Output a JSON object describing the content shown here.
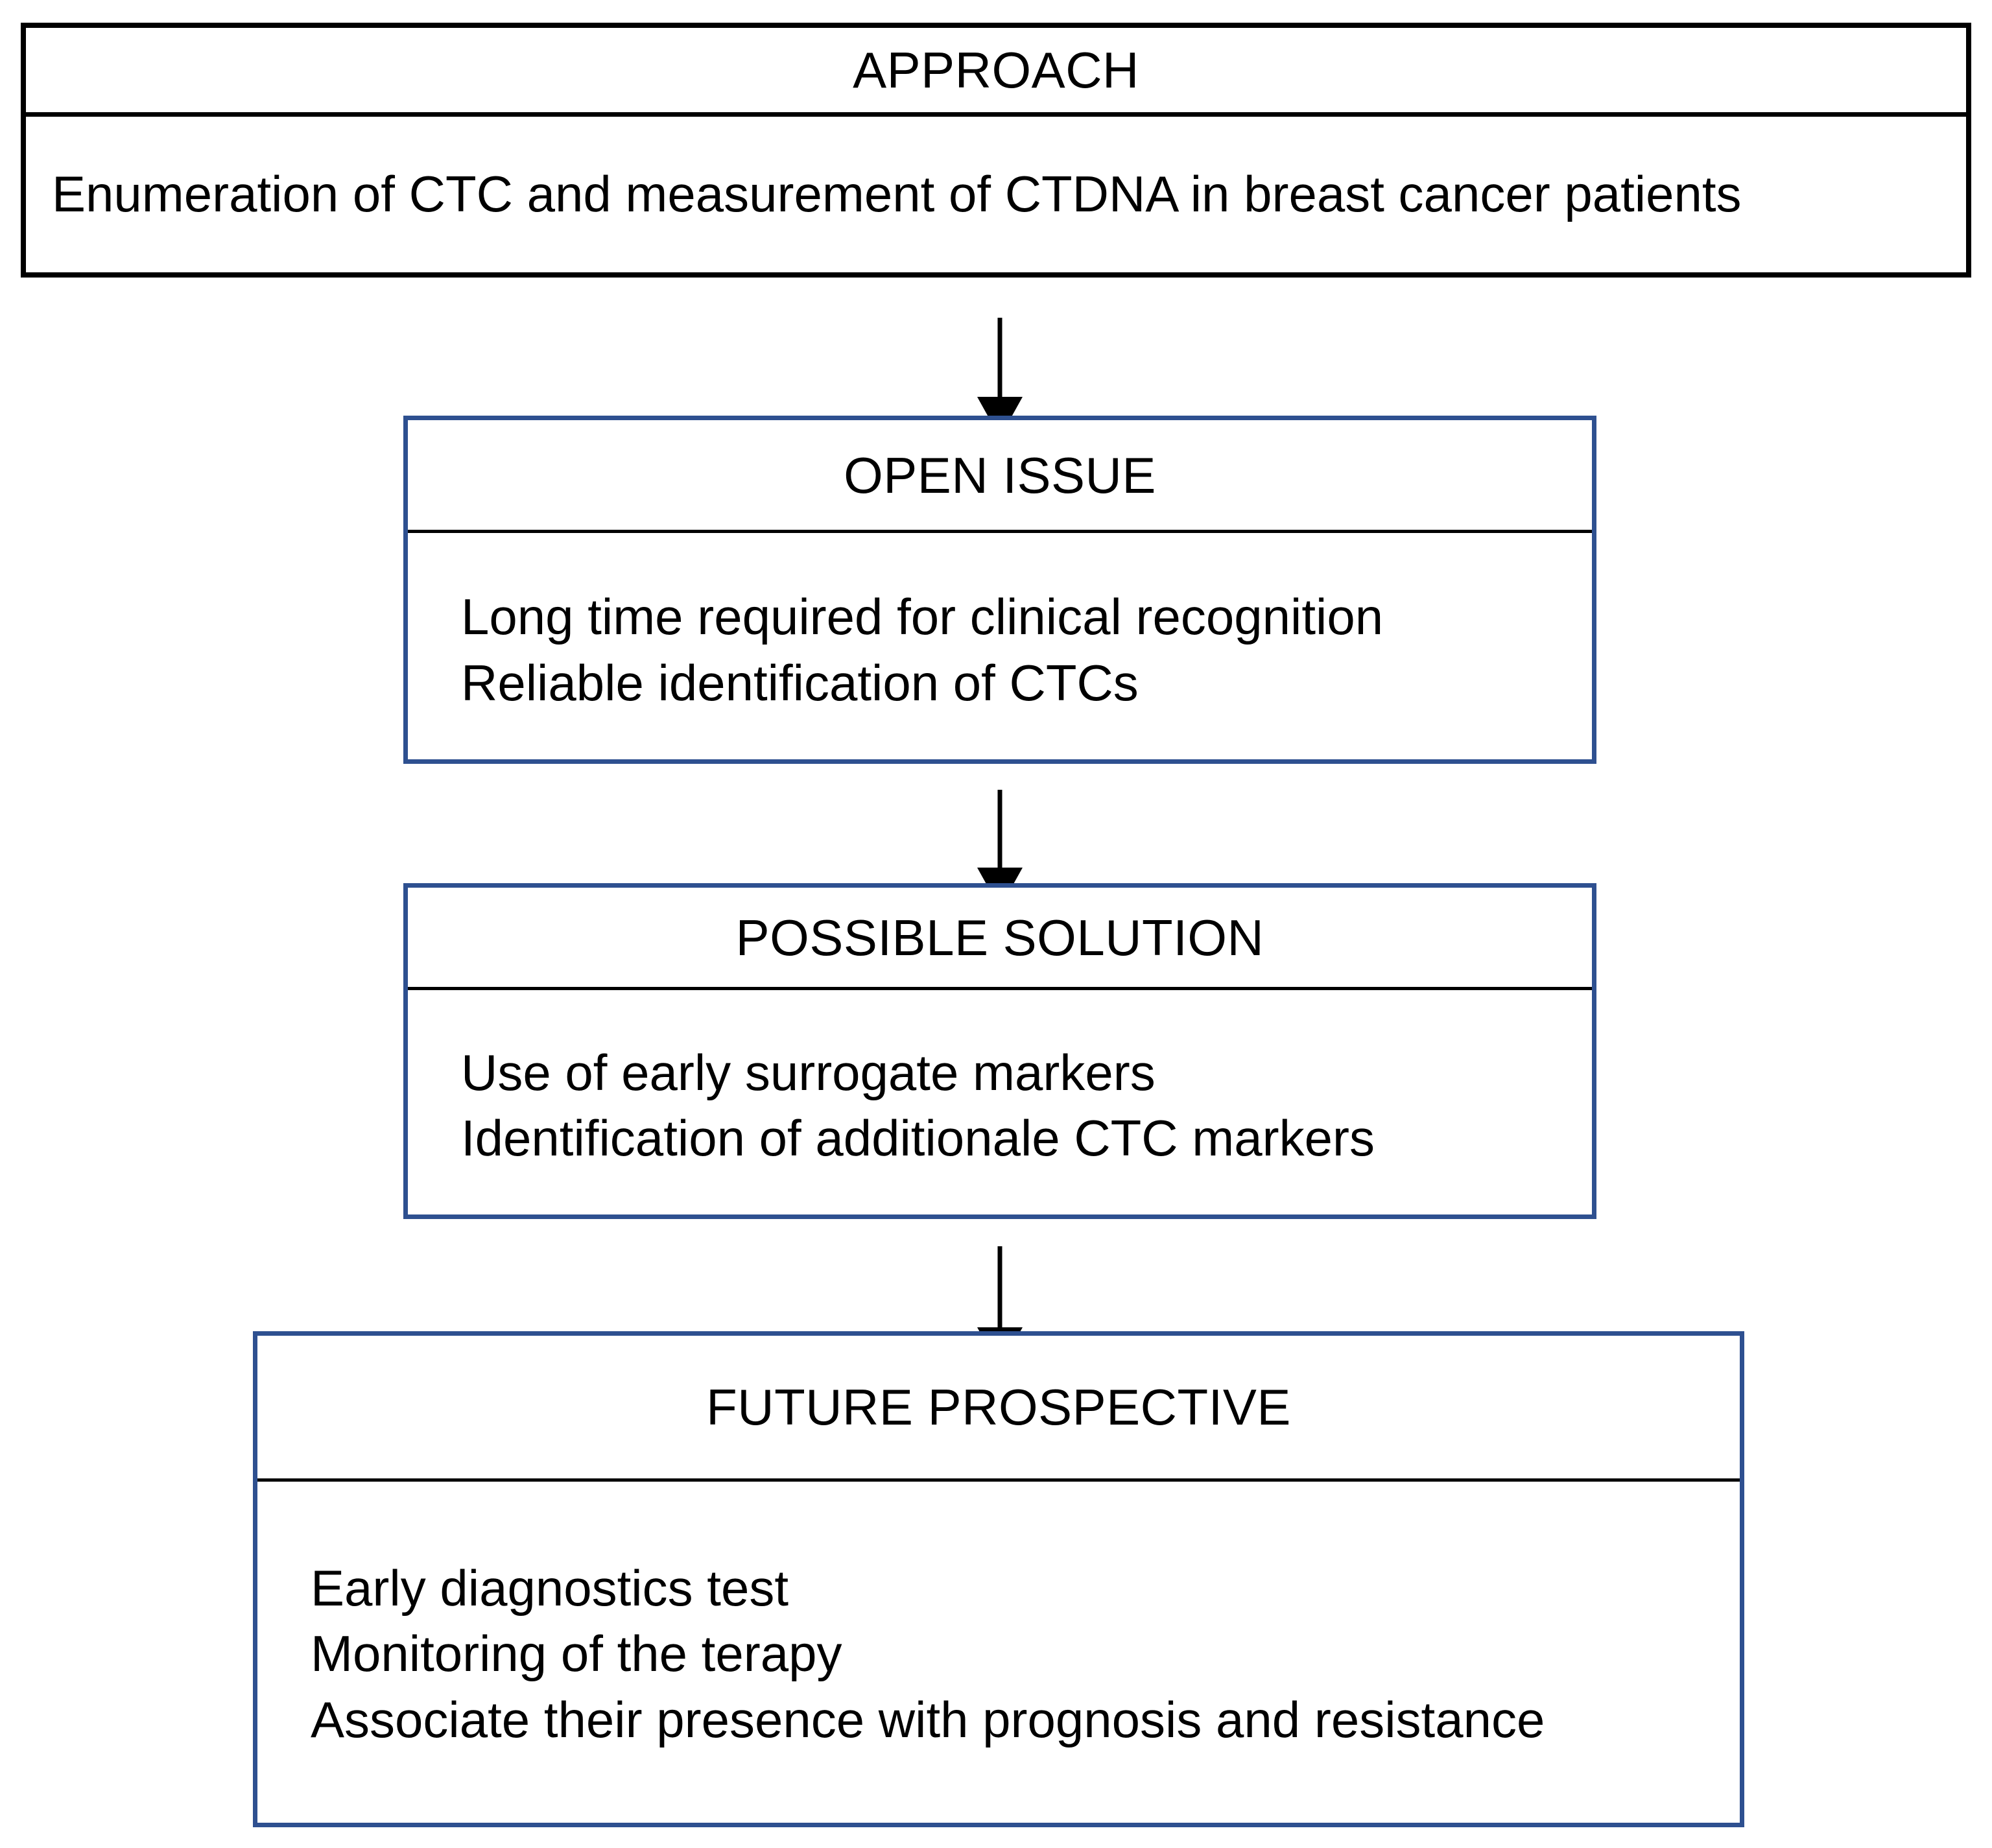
{
  "diagram": {
    "type": "flowchart",
    "orientation": "vertical",
    "colors": {
      "approach_border": "#000000",
      "stage_border": "#2E5090",
      "divider": "#000000",
      "text": "#000000",
      "background": "#FFFFFF",
      "arrow": "#000000"
    },
    "nodes": [
      {
        "id": "approach",
        "title": "APPROACH",
        "lines": [
          "Enumeration of CTC and measurement of CTDNA in breast cancer patients"
        ]
      },
      {
        "id": "open-issue",
        "title": "OPEN ISSUE",
        "lines": [
          "Long time required for clinical recognition",
          "Reliable identification of CTCs"
        ]
      },
      {
        "id": "possible-solution",
        "title": "POSSIBLE SOLUTION",
        "lines": [
          "Use of early surrogate markers",
          "Identification of additionale CTC markers"
        ]
      },
      {
        "id": "future-prospective",
        "title": "FUTURE PROSPECTIVE",
        "lines": [
          "Early diagnostics test",
          "Monitoring of the terapy",
          "Associate their presence with prognosis and resistance"
        ]
      }
    ],
    "connectors": [
      {
        "id": "arrow-approach-to-open-issue",
        "glyph": "down-arrow",
        "from": "approach",
        "to": "open-issue"
      },
      {
        "id": "arrow-open-issue-to-possible-solution",
        "glyph": "down-arrow",
        "from": "open-issue",
        "to": "possible-solution"
      },
      {
        "id": "arrow-possible-solution-to-future-prospective",
        "glyph": "down-arrow",
        "from": "possible-solution",
        "to": "future-prospective"
      }
    ]
  }
}
